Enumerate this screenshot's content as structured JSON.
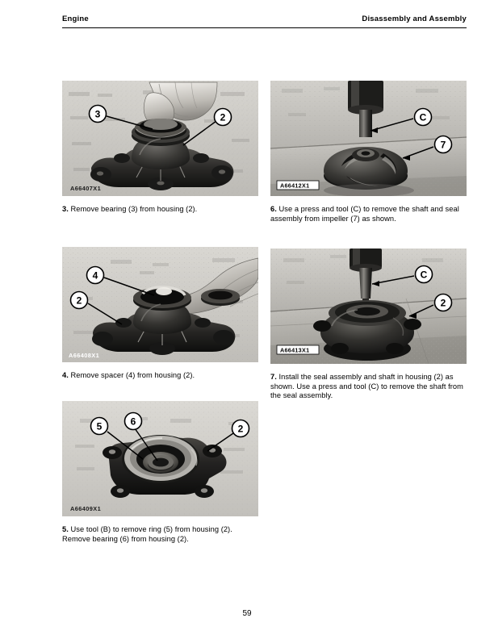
{
  "header": {
    "left": "Engine",
    "right": "Disassembly and Assembly"
  },
  "page_number": "59",
  "left_column": [
    {
      "figure_id": "A66407X1",
      "figure_id_style": "black-on-light",
      "callouts": [
        "3",
        "2"
      ],
      "step_number": "3.",
      "step_text": "Remove bearing (3) from housing (2)."
    },
    {
      "figure_id": "A66408X1",
      "figure_id_style": "white-on-dark",
      "callouts": [
        "4",
        "2"
      ],
      "step_number": "4.",
      "step_text": "Remove spacer (4) from housing (2)."
    },
    {
      "figure_id": "A66409X1",
      "figure_id_style": "black-on-light",
      "callouts": [
        "5",
        "6",
        "2"
      ],
      "step_number": "5.",
      "step_text": "Use tool (B) to remove ring (5) from housing (2). Remove bearing (6) from housing (2)."
    }
  ],
  "right_column": [
    {
      "figure_id": "A66412X1",
      "figure_id_style": "boxed",
      "callouts": [
        "C",
        "7"
      ],
      "step_number": "6.",
      "step_text": "Use a press and tool (C) to remove the shaft and seal assembly from impeller (7) as shown."
    },
    {
      "figure_id": "A66413X1",
      "figure_id_style": "boxed",
      "callouts": [
        "C",
        "2"
      ],
      "step_number": "7.",
      "step_text": "Install the seal assembly and shaft in housing (2) as shown. Use a press and tool (C) to remove the shaft from the seal assembly."
    }
  ],
  "colors": {
    "ink": "#000000",
    "paper": "#ffffff",
    "photo_light": "#c9c7c2",
    "photo_mid": "#8e8c88",
    "photo_dark": "#2a2a28"
  }
}
